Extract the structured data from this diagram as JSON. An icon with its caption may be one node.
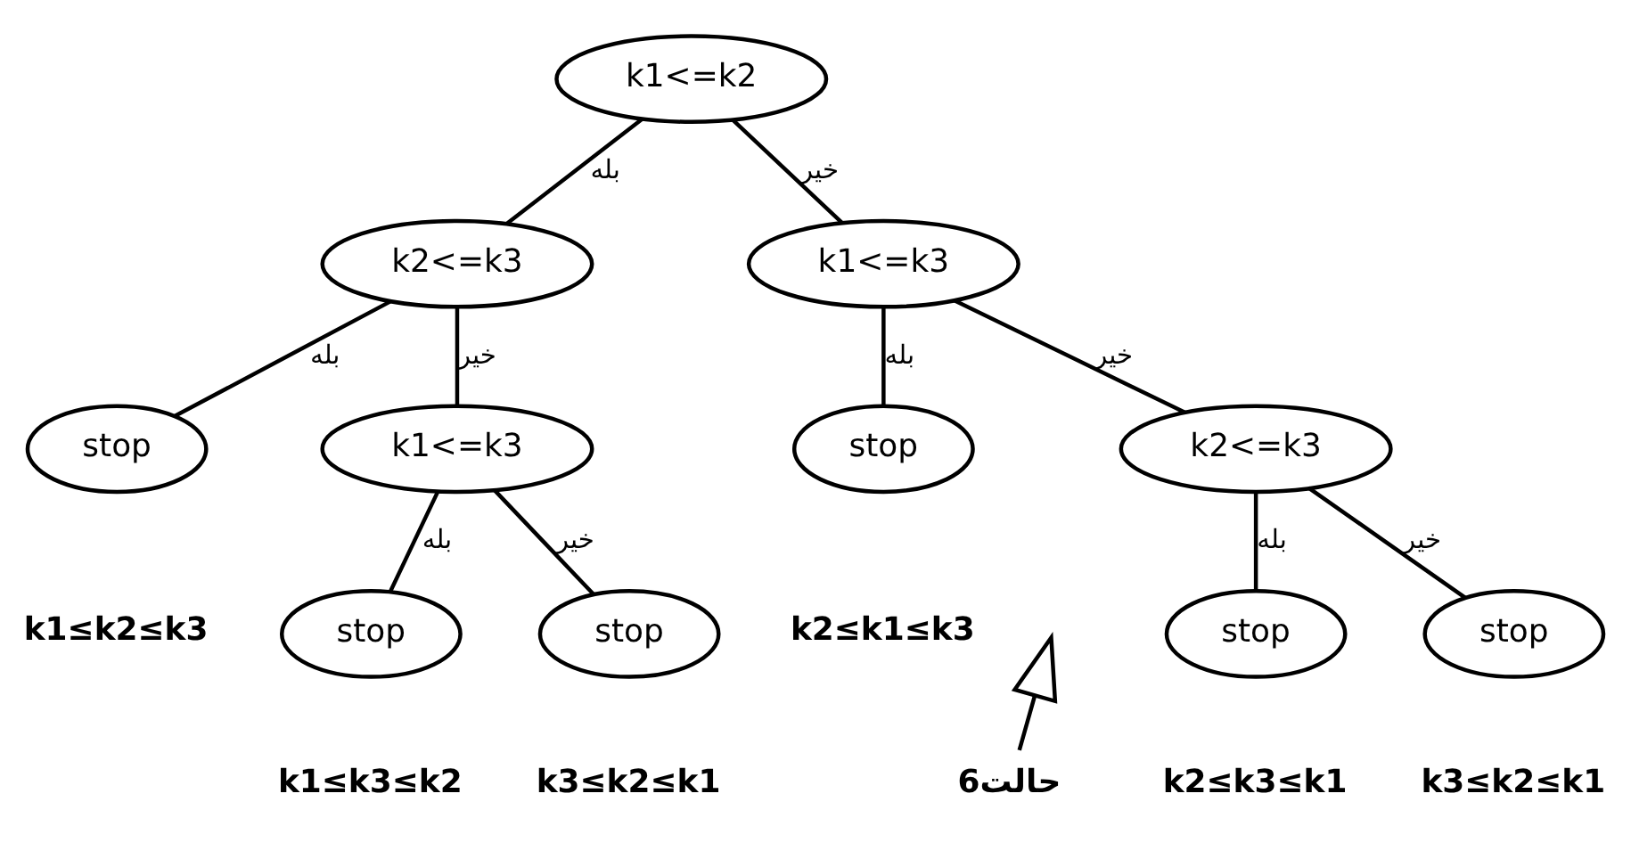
{
  "diagram": {
    "nodes": [
      {
        "text": [
          "k1<=k2"
        ]
      },
      {
        "text": [
          "k2<=k3"
        ]
      },
      {
        "text": [
          "stop"
        ],
        "beside": [
          "k1≤k2≤k3"
        ]
      },
      {
        "text": [
          "k1<=k3"
        ]
      },
      {
        "text": [
          "stop"
        ],
        "beside": [
          "k1≤k3≤k2"
        ]
      },
      {
        "text": [
          "stop"
        ],
        "beside": [
          "k3≤k2≤k1"
        ]
      },
      {
        "text": [
          "k1<=k3"
        ]
      },
      {
        "text": [
          "stop"
        ],
        "beside": [
          "k2≤k1≤k3"
        ]
      },
      {
        "text": [
          "k2<=k3"
        ]
      },
      {
        "text": [
          "stop"
        ],
        "beside": [
          "k2≤k3≤k1"
        ]
      },
      {
        "text": [
          "stop"
        ],
        "beside": [
          "k3≤k2≤k1"
        ]
      }
    ],
    "edges": [
      {
        "from": 0,
        "to": 1,
        "arrow": "none",
        "label": "بله"
      },
      {
        "from": 0,
        "to": 6,
        "arrow": "none",
        "label": "خير"
      },
      {
        "from": 1,
        "to": 2,
        "arrow": "none",
        "label": "بله"
      },
      {
        "from": 1,
        "to": 3,
        "arrow": "none",
        "label": "خير"
      },
      {
        "from": 3,
        "to": 4,
        "arrow": "none",
        "label": "بله"
      },
      {
        "from": 3,
        "to": 5,
        "arrow": "none",
        "label": "خير"
      },
      {
        "from": 6,
        "to": 7,
        "arrow": "none",
        "label": "بله"
      },
      {
        "from": 6,
        "to": 8,
        "arrow": "none",
        "label": "خير"
      },
      {
        "from": 8,
        "to": 9,
        "arrow": "none",
        "label": "بله"
      },
      {
        "from": 8,
        "to": 10,
        "arrow": "none",
        "label": "خير"
      }
    ],
    "labels": [
      "حالت6"
    ]
  }
}
